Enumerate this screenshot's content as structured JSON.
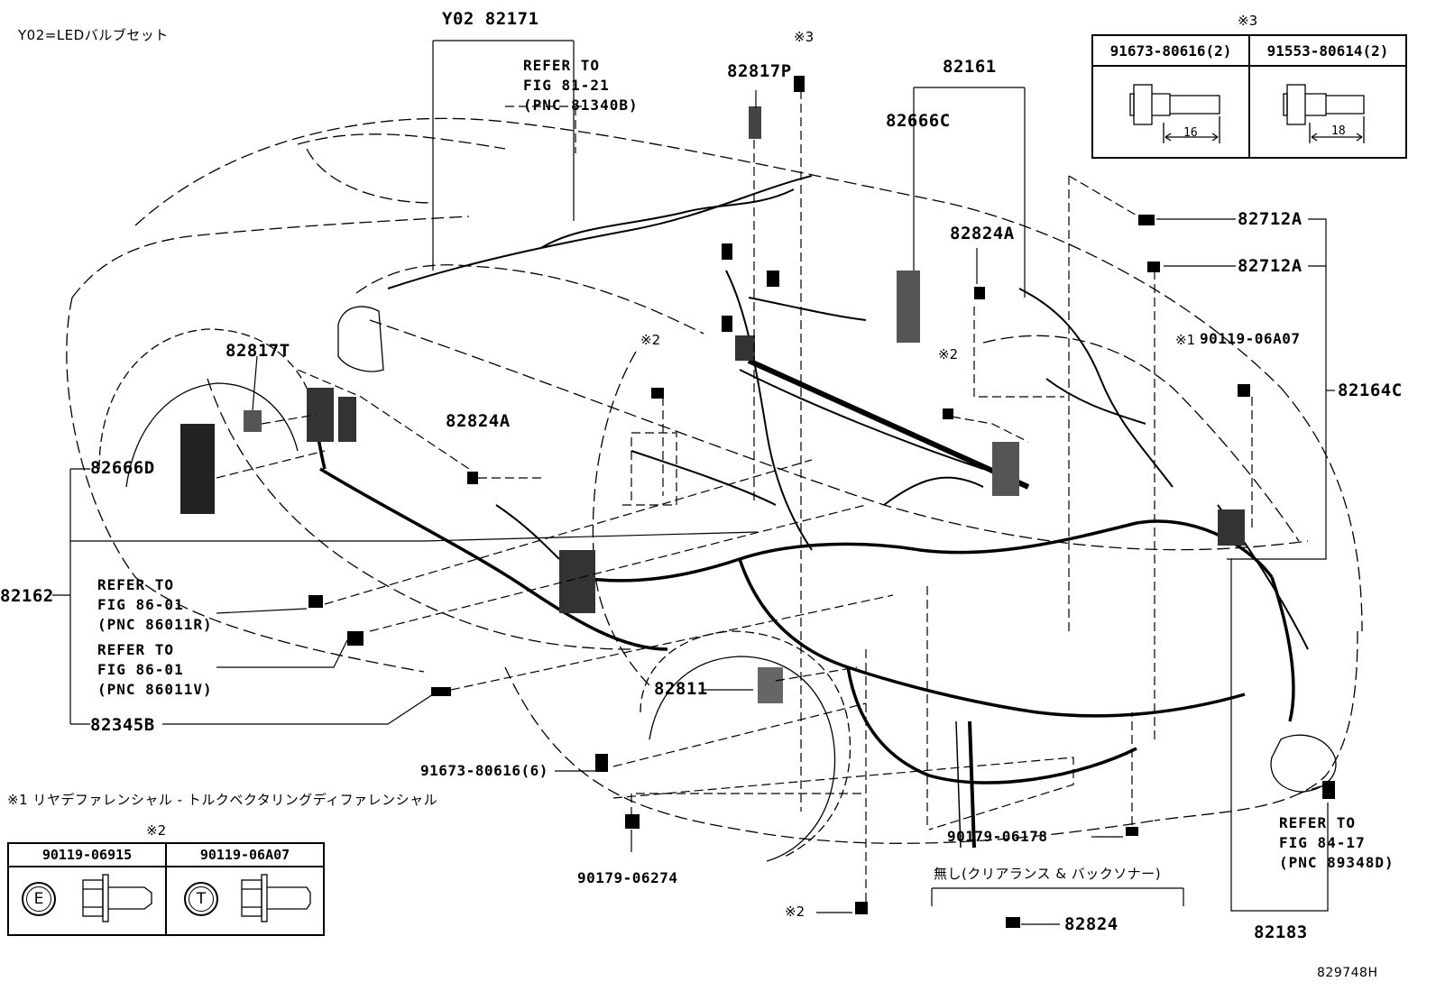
{
  "legend": {
    "y02_note": "Y02=LEDバルブセット",
    "note1": "※1 リヤデファレンシャル - トルクベクタリングディファレンシャル",
    "note_absent": "無し(クリアランス & バックソナー)",
    "diagram_id": "829748H"
  },
  "marks": {
    "m2": "※2",
    "m3": "※3",
    "m1": "※1"
  },
  "parts": {
    "y02_82171": "Y02 82171",
    "p82817P": "82817P",
    "p82161": "82161",
    "p82666C": "82666C",
    "p82824A_top": "82824A",
    "p82712A_1": "82712A",
    "p82712A_2": "82712A",
    "p90119_06A07": "90119-06A07",
    "p82164C": "82164C",
    "p82817T": "82817T",
    "p82824A_mid": "82824A",
    "p82666D": "82666D",
    "p82162": "82162",
    "p82345B": "82345B",
    "p82811": "82811",
    "p91673_80616_6": "91673-80616(6)",
    "p90179_06274": "90179-06274",
    "p90179_06178": "90179-06178",
    "p82824": "82824",
    "p82183": "82183"
  },
  "refs": {
    "ref_81_21": "REFER TO\nFIG 81-21\n(PNC 81340B)",
    "ref_86_01_R": "REFER TO\nFIG 86-01\n(PNC 86011R)",
    "ref_86_01_V": "REFER TO\nFIG 86-01\n(PNC 86011V)",
    "ref_84_17": "REFER TO\nFIG 84-17\n(PNC 89348D)"
  },
  "table3": {
    "mark": "※3",
    "col1": "91673-80616(2)",
    "col2": "91553-80614(2)",
    "dim1": "16",
    "dim2": "18"
  },
  "table2": {
    "mark": "※2",
    "col1": "90119-06915",
    "col2": "90119-06A07",
    "icon1": "E",
    "icon2": "T"
  }
}
